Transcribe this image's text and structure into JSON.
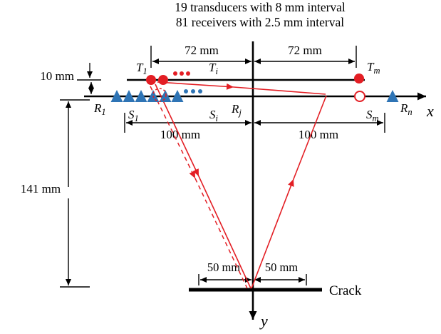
{
  "title": {
    "line1": "19 transducers with 8 mm interval",
    "line2": "81 receivers with 2.5 mm interval"
  },
  "colors": {
    "transducer_red": "#e31e24",
    "receiver_blue": "#2e74b5",
    "line_black": "#000000"
  },
  "dimensions": {
    "top_left": "72 mm",
    "top_right": "72 mm",
    "offset": "10 mm",
    "mid_left": "100 mm",
    "mid_right": "100 mm",
    "depth": "141 mm",
    "crack_left": "50 mm",
    "crack_right": "50 mm"
  },
  "axes": {
    "x_label": "x",
    "y_label": "y"
  },
  "points": {
    "t1": {
      "base": "T",
      "sub": "1"
    },
    "ti": {
      "base": "T",
      "sub": "i"
    },
    "tm": {
      "base": "T",
      "sub": "m"
    },
    "r1": {
      "base": "R",
      "sub": "1"
    },
    "s1": {
      "base": "S",
      "sub": "1"
    },
    "si": {
      "base": "S",
      "sub": "i"
    },
    "rj": {
      "base": "R",
      "sub": "j"
    },
    "sm": {
      "base": "S",
      "sub": "m"
    },
    "rn": {
      "base": "R",
      "sub": "n"
    }
  },
  "crack_label": "Crack"
}
